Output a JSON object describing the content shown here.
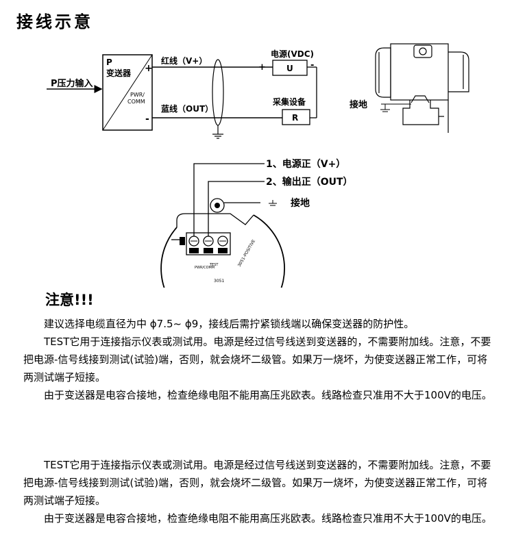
{
  "page": {
    "title": "接线示意"
  },
  "wiring": {
    "input_label": "P压力输入",
    "transmitter_p": "P",
    "transmitter_name": "变送器",
    "pwr_label_line1": "PWR/",
    "pwr_label_line2": "COMM",
    "plus_sign": "+",
    "minus_sign": "-",
    "red_wire": "红线（V+）",
    "blue_wire": "蓝线（OUT）",
    "power_supply": "电源(VDC)",
    "power_symbol": "U",
    "acquisition_device": "采集设备",
    "resistor_symbol": "R",
    "ground_label": "接地"
  },
  "terminal": {
    "items": [
      {
        "label": "1、电源正（V+）"
      },
      {
        "label": "2、输出正（OUT）"
      },
      {
        "label": "接地"
      }
    ],
    "board_code": "3051",
    "board_marking": "3051-POSITIVE",
    "term_mark_1": "PWR/COMM",
    "term_mark_2": "TEST"
  },
  "notes": {
    "heading": "注意!!!",
    "paragraphs": [
      "建议选择电缆直径为中 ϕ7.5~ ϕ9，接线后需拧紧锁线端以确保变送器的防护性。",
      "TEST它用于连接指示仪表或测试用。电源是经过信号线送到变送器的，不需要附加线。注意，不要把电源-信号线接到测试(试验)端，否则，就会烧坏二级管。如果万一烧坏，为使变送器正常工作，可将两测试端子短接。",
      "由于变送器是电容合接地，检查绝缘电阻不能用高压兆欧表。线路检查只准用不大于100V的电压。",
      "TEST它用于连接指示仪表或测试用。电源是经过信号线送到变送器的，不需要附加线。注意，不要把电源-信号线接到测试(试验)端，否则，就会烧坏二级管。如果万一烧坏，为使变送器正常工作，可将两测试端子短接。",
      "由于变送器是电容合接地，检查绝缘电阻不能用高压兆欧表。线路检查只准用不大于100V的电压。"
    ]
  }
}
